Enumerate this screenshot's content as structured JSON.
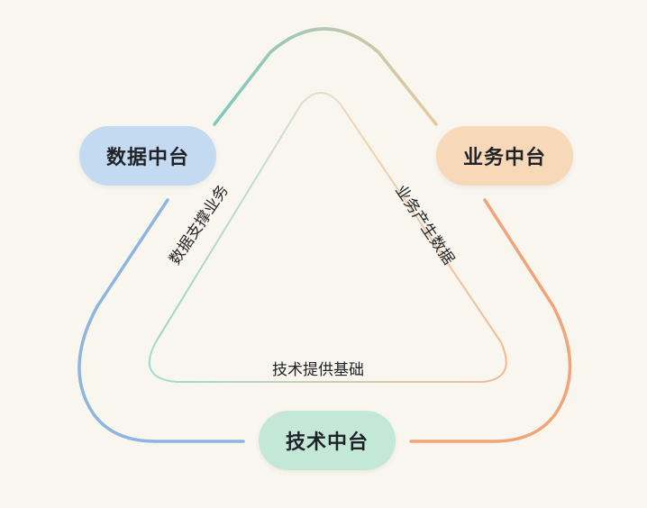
{
  "nodes": {
    "data_platform": "数据中台",
    "business_platform": "业务中台",
    "tech_platform": "技术中台"
  },
  "edges": {
    "data_supports_business": "数据支撑业务",
    "business_produces_data": "业务产生数据",
    "tech_provides_foundation": "技术提供基础"
  },
  "colors": {
    "background": "#f8f6ee",
    "data_pill": "#c4daf0",
    "business_pill": "#f7d8b8",
    "tech_pill": "#c4e8d8",
    "blue_line": "#8cb6de",
    "orange_line": "#f0a478",
    "teal_line": "#86cfc0"
  }
}
